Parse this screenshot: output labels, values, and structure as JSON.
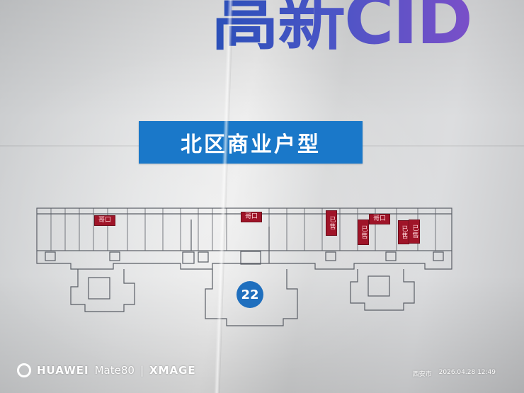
{
  "header": {
    "title": "高新CID"
  },
  "banner": {
    "label": "北区商业户型"
  },
  "plan": {
    "building_number": "22",
    "tags": [
      {
        "id": "t1",
        "text": "哥口",
        "vertical": false
      },
      {
        "id": "t2",
        "text": "哥口",
        "vertical": false
      },
      {
        "id": "t3",
        "text": "已售",
        "vertical": true
      },
      {
        "id": "t4",
        "text": "已售",
        "vertical": true
      },
      {
        "id": "t5",
        "text": "哥口",
        "vertical": false
      },
      {
        "id": "t6",
        "text": "已售",
        "vertical": true
      },
      {
        "id": "t7",
        "text": "已售",
        "vertical": true
      }
    ]
  },
  "watermark": {
    "brand": "HUAWEI",
    "model": "Mate80",
    "separator": "|",
    "lens": "XMAGE",
    "location": "西安市",
    "timestamp": "2026.04.28 12:49"
  },
  "colors": {
    "banner": "#1a78c9",
    "title_start": "#2a4fb8",
    "title_end": "#7a4fc8",
    "tag": "#9f1428",
    "badge": "#1f6fbe"
  }
}
